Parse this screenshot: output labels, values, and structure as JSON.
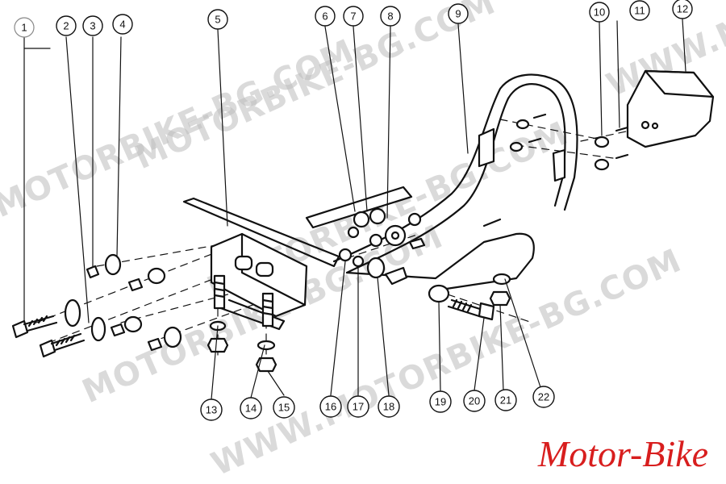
{
  "callouts": [
    "1",
    "2",
    "3",
    "4",
    "5",
    "6",
    "7",
    "8",
    "9",
    "10",
    "11",
    "12",
    "13",
    "14",
    "15",
    "16",
    "17",
    "18",
    "19",
    "20",
    "21",
    "22"
  ],
  "watermarks": [
    "MOTORBIKE-BG.COM",
    "MOTORBIKE-BG.COM",
    "MOTORBIKE-BG.COM",
    "MOTORBIKE-BG.COM",
    "WWW.MOTORBIKE-BG.COM",
    "WWW.MO"
  ],
  "brand": "Motor-Bike",
  "colors": {
    "ink": "#111111",
    "brand": "#d81e1e",
    "watermark": "#bdbdbd"
  }
}
